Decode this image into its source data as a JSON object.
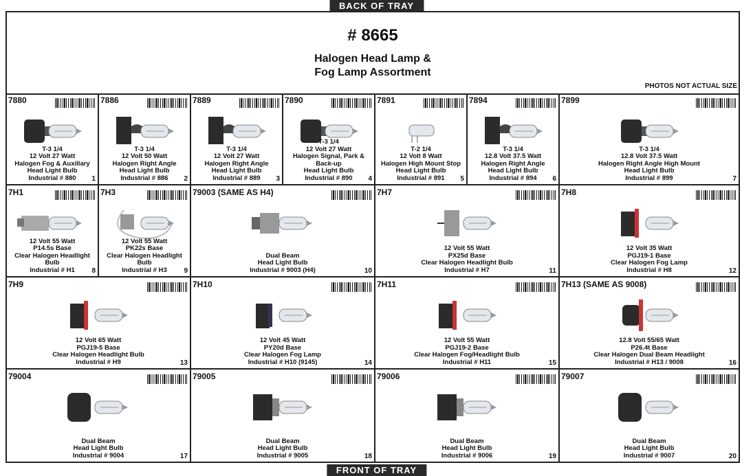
{
  "tray": {
    "back_label": "BACK OF TRAY",
    "front_label": "FRONT OF TRAY"
  },
  "header": {
    "number": "# 8665",
    "title_line1": "Halogen Head Lamp &",
    "title_line2": "Fog Lamp Assortment",
    "note": "PHOTOS NOT ACTUAL SIZE"
  },
  "cells": [
    {
      "code": "7880",
      "pos": "1",
      "lines": [
        "T-3 1/4",
        "12 Volt 27 Watt",
        "Halogen Fog & Auxillary",
        "Head Light Bulb",
        "Industrial # 880"
      ]
    },
    {
      "code": "7886",
      "pos": "2",
      "lines": [
        "T-3 1/4",
        "12 Volt 50 Watt",
        "Halogen Right Angle",
        "Head Light Bulb",
        "Industrial # 886"
      ]
    },
    {
      "code": "7889",
      "pos": "3",
      "lines": [
        "T-3 1/4",
        "12 Volt 27 Watt",
        "Halogen Right Angle",
        "Head Light Bulb",
        "Industrial # 889"
      ]
    },
    {
      "code": "7890",
      "pos": "4",
      "lines": [
        "T-3 1/4",
        "12 Volt 27 Watt",
        "Halogen Signal, Park & Back-up",
        "Head Light Bulb",
        "Industrial # 890"
      ]
    },
    {
      "code": "7891",
      "pos": "5",
      "lines": [
        "T-2 1/4",
        "12 Volt 8 Watt",
        "Halogen High Mount Stop",
        "Head Light Bulb",
        "Industrial # 891"
      ]
    },
    {
      "code": "7894",
      "pos": "6",
      "lines": [
        "T-3 1/4",
        "12.8 Volt 37.5 Watt",
        "Halogen Right Angle",
        "Head Light Bulb",
        "Industrial # 894"
      ]
    },
    {
      "code": "7899",
      "pos": "7",
      "lines": [
        "T-3 1/4",
        "12.8 Volt 37.5 Watt",
        "Halogen Right Angle High Mount",
        "Head Light Bulb",
        "Industrial # 899"
      ]
    },
    {
      "code": "7H1",
      "pos": "8",
      "lines": [
        "12 Volt 55 Watt",
        "P14.5s Base",
        "Clear Halogen Headlight Bulb",
        "Industrial # H1"
      ]
    },
    {
      "code": "7H3",
      "pos": "9",
      "lines": [
        "12 Volt 55 Watt",
        "PK22s Base",
        "Clear Halogen Headlight Bulb",
        "Industrial # H3"
      ]
    },
    {
      "code": "79003 (SAME AS H4)",
      "pos": "10",
      "lines": [
        "Dual Beam",
        "Head Light Bulb",
        "Industrial # 9003 (H4)"
      ]
    },
    {
      "code": "7H7",
      "pos": "11",
      "lines": [
        "12 Volt 55 Watt",
        "PX25d Base",
        "Clear Halogen Headlight Bulb",
        "Industrial # H7"
      ]
    },
    {
      "code": "7H8",
      "pos": "12",
      "lines": [
        "12 Volt 35 Watt",
        "PGJ19-1 Base",
        "Clear Halogen Fog Lamp",
        "Industrial # H8"
      ]
    },
    {
      "code": "7H9",
      "pos": "13",
      "lines": [
        "12 Volt 65 Watt",
        "PGJ19-5 Base",
        "Clear Halogen Headlight Bulb",
        "Industrial # H9"
      ]
    },
    {
      "code": "7H10",
      "pos": "14",
      "lines": [
        "12 Volt 45 Watt",
        "PY20d Base",
        "Clear Halogen Fog Lamp",
        "Industrial # H10 (9145)"
      ]
    },
    {
      "code": "7H11",
      "pos": "15",
      "lines": [
        "12 Volt 55 Watt",
        "PGJ19-2 Base",
        "Clear Halogen Fog/Headlight Bulb",
        "Industrial # H11"
      ]
    },
    {
      "code": "7H13 (SAME AS 9008)",
      "pos": "16",
      "lines": [
        "12.8 Volt 55/65 Watt",
        "P26.4t Base",
        "Clear Halogen Dual Beam Headlight",
        "Industrial # H13 / 9008"
      ]
    },
    {
      "code": "79004",
      "pos": "17",
      "lines": [
        "Dual Beam",
        "Head Light Bulb",
        "Industrial # 9004"
      ]
    },
    {
      "code": "79005",
      "pos": "18",
      "lines": [
        "Dual Beam",
        "Head Light Bulb",
        "Industrial # 9005"
      ]
    },
    {
      "code": "79006",
      "pos": "19",
      "lines": [
        "Dual Beam",
        "Head Light Bulb",
        "Industrial # 9006"
      ]
    },
    {
      "code": "79007",
      "pos": "20",
      "lines": [
        "Dual Beam",
        "Head Light Bulb",
        "Industrial # 9007"
      ]
    }
  ]
}
